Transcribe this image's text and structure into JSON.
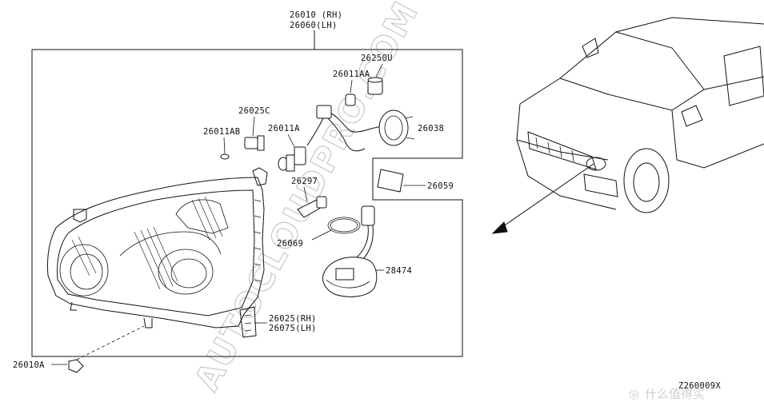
{
  "diagram": {
    "assembly_label_rh": "26010 (RH)",
    "assembly_label_lh": "26060(LH)",
    "figure_code": "Z260009X",
    "watermark": "AUTOCLOUDPRO.COM",
    "corner_brand": "什么值得买",
    "parts": {
      "p26250U": "26250U",
      "p26011AA": "26011AA",
      "p26025C": "26025C",
      "p26011AB": "26011AB",
      "p26011A": "26011A",
      "p26038": "26038",
      "p26059": "26059",
      "p26297": "26297",
      "p26069": "26069",
      "p28474": "28474",
      "p26025RH": "26025(RH)",
      "p26075LH": "26075(LH)",
      "p26010A": "26010A"
    }
  }
}
